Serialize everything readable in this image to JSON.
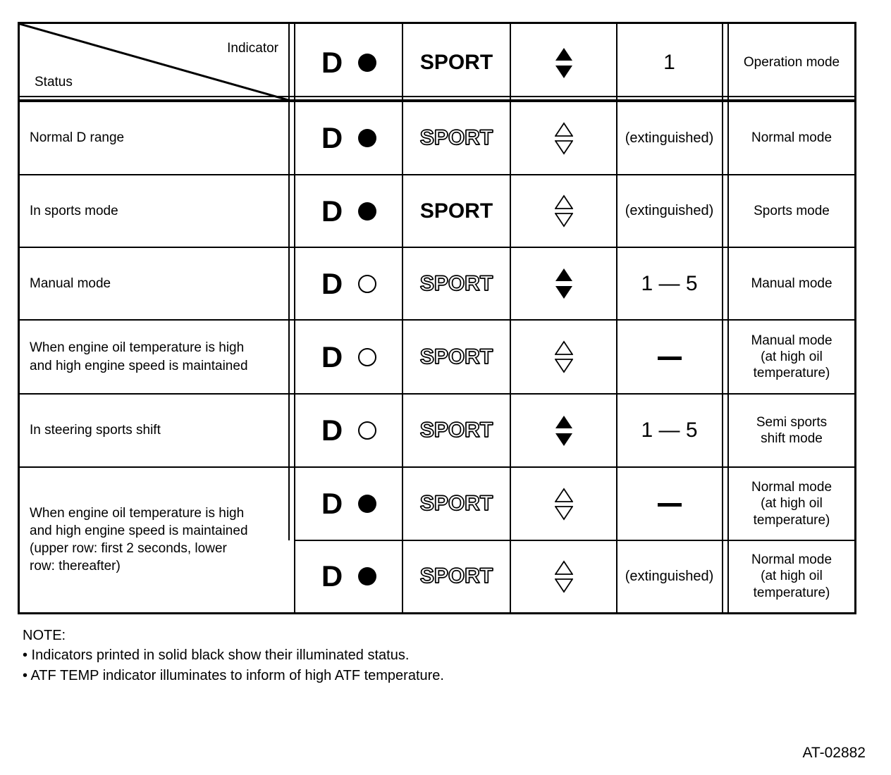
{
  "table": {
    "header": {
      "corner_top_label": "Indicator",
      "corner_bottom_label": "Status",
      "columns": [
        {
          "key": "d_indicator",
          "d_letter": "D",
          "dot": "filled"
        },
        {
          "key": "sport",
          "label": "SPORT",
          "state": "solid"
        },
        {
          "key": "arrows",
          "up": "filled",
          "down": "filled"
        },
        {
          "key": "gear",
          "label": "1"
        },
        {
          "key": "operation_mode",
          "label": "Operation mode"
        }
      ]
    },
    "rows": [
      {
        "status": "Normal D range",
        "d_letter": "D",
        "dot": "filled",
        "sport_label": "SPORT",
        "sport_state": "outline",
        "arrow_up": "outline",
        "arrow_down": "outline",
        "gear": "(extinguished)",
        "gear_style": "text",
        "mode": "Normal mode"
      },
      {
        "status": "In sports mode",
        "d_letter": "D",
        "dot": "filled",
        "sport_label": "SPORT",
        "sport_state": "solid",
        "arrow_up": "outline",
        "arrow_down": "outline",
        "gear": "(extinguished)",
        "gear_style": "text",
        "mode": "Sports mode"
      },
      {
        "status": "Manual mode",
        "d_letter": "D",
        "dot": "hollow",
        "sport_label": "SPORT",
        "sport_state": "outline",
        "arrow_up": "filled",
        "arrow_down": "filled",
        "gear": "1 — 5",
        "gear_style": "big",
        "mode": "Manual mode"
      },
      {
        "status": "When engine oil temperature is high\nand high engine speed is maintained",
        "d_letter": "D",
        "dot": "hollow",
        "sport_label": "SPORT",
        "sport_state": "outline",
        "arrow_up": "outline",
        "arrow_down": "outline",
        "gear": "—",
        "gear_style": "dash",
        "mode": "Manual mode\n(at high oil\ntemperature)"
      },
      {
        "status": "In steering sports shift",
        "d_letter": "D",
        "dot": "hollow",
        "sport_label": "SPORT",
        "sport_state": "outline",
        "arrow_up": "filled",
        "arrow_down": "filled",
        "gear": "1 — 5",
        "gear_style": "big",
        "mode": "Semi sports\nshift mode"
      },
      {
        "status": "When engine oil temperature is high\nand high engine speed is maintained\n(upper row: first 2 seconds, lower\nrow: thereafter)",
        "status_rowspan": 2,
        "d_letter": "D",
        "dot": "filled",
        "sport_label": "SPORT",
        "sport_state": "outline",
        "arrow_up": "outline",
        "arrow_down": "outline",
        "gear": "—",
        "gear_style": "dash",
        "mode": "Normal mode\n(at high oil\ntemperature)"
      },
      {
        "status": "",
        "status_merged": true,
        "d_letter": "D",
        "dot": "filled",
        "sport_label": "SPORT",
        "sport_state": "outline",
        "arrow_up": "outline",
        "arrow_down": "outline",
        "gear": "(extinguished)",
        "gear_style": "text",
        "mode": "Normal mode\n(at high oil\ntemperature)"
      }
    ]
  },
  "note": {
    "title": "NOTE:",
    "items": [
      "• Indicators printed in solid black show their illuminated status.",
      "• ATF TEMP indicator illuminates to inform of high ATF temperature."
    ]
  },
  "figure_code": "AT-02882"
}
